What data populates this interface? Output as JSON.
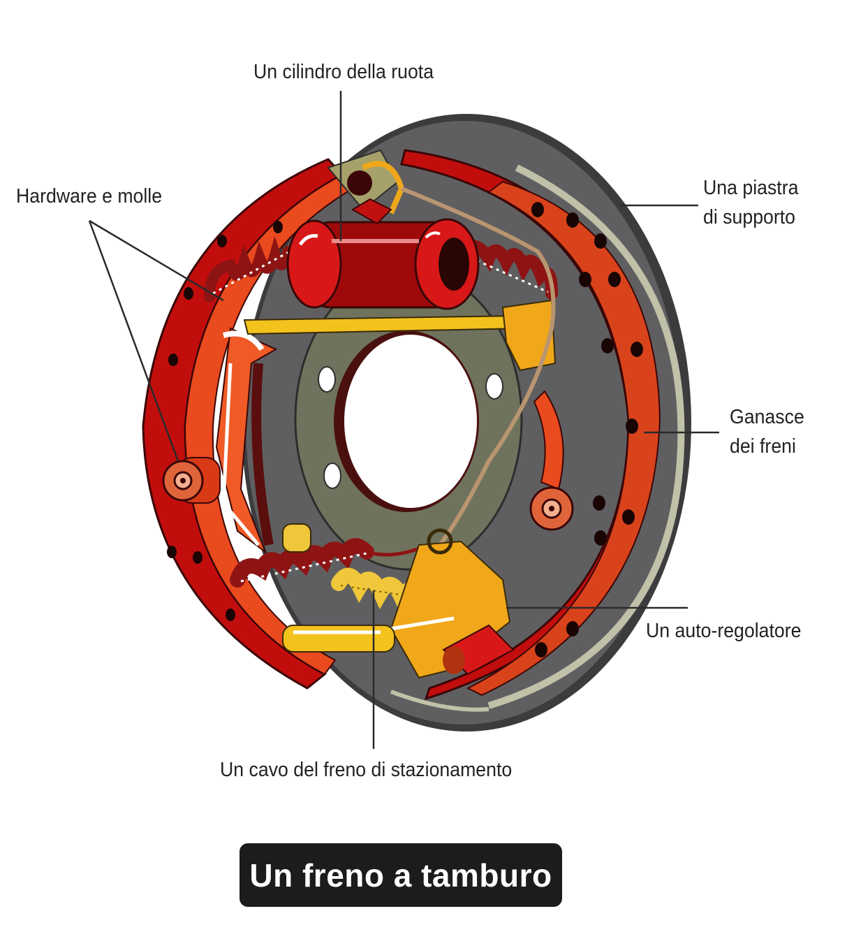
{
  "labels": {
    "wheel_cylinder": "Un cilindro della ruota",
    "hardware_springs": "Hardware e molle",
    "backing_plate_line1": "Una piastra",
    "backing_plate_line2": "di supporto",
    "brake_shoes_line1": "Ganasce",
    "brake_shoes_line2": "dei freni",
    "self_adjuster": "Un auto-regolatore",
    "parking_cable": "Un cavo del freno di stazionamento"
  },
  "title": "Un freno a tamburo",
  "colors": {
    "backing_plate": "#5f5f61",
    "backing_rim": "#c0c1a8",
    "shoe_lining": "#d9431c",
    "shoe_web": "#e31d12",
    "cylinder": "#9e0a0a",
    "spring": "#8e1414",
    "adjuster": "#f0a81a",
    "hub": "#6f735d",
    "title_bg": "#1c1c1c"
  }
}
